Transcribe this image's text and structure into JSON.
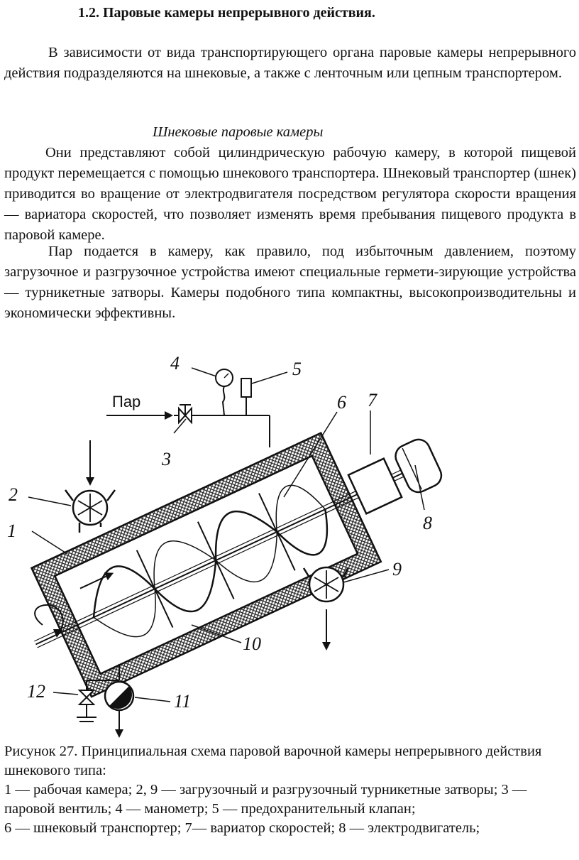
{
  "heading": "1.2. Паровые камеры непрерывного действия.",
  "intro": "В зависимости от вида транспортирующего органа паровые камеры непрерывного действия подразделяются на шнековые, а также с ленточным или цепным транспортером.",
  "subheading": "Шнековые паровые камеры",
  "para1": "Они представляют собой цилиндрическую рабочую камеру, в которой пищевой продукт перемещается с помощью шнекового транспортера. Шнековый транспортер (шнек) приводится во вращение от электродвигателя посредством регулятора скорости вращения — вариатора скоростей, что позволяет изменять время пребывания пищевого продукта в паровой камере.",
  "para2": "Пар подается в камеру, как правило, под избыточным давлением, поэтому загрузочное и разгрузочное устройства имеют специальные гермети-зирующие устройства — турникетные затворы. Камеры подобного типа компактны, высокопроизводительны и экономически эффективны.",
  "figure": {
    "steam_label": "Пар",
    "numbers": [
      "1",
      "2",
      "3",
      "4",
      "5",
      "6",
      "7",
      "8",
      "9",
      "10",
      "11",
      "12"
    ]
  },
  "caption": {
    "title": "Рисунок 27. Принципиальная схема паровой варочной камеры непрерывного действия шнекового типа:",
    "line1": "1 — рабочая камера; 2, 9 — загрузочный и разгрузочный турникетные затворы;   3 — паровой вентиль; 4 — манометр; 5 — предохранительный клапан;",
    "line2": "6 — шнековый транспортер; 7— вариатор скоростей; 8 — электродвигатель;"
  }
}
